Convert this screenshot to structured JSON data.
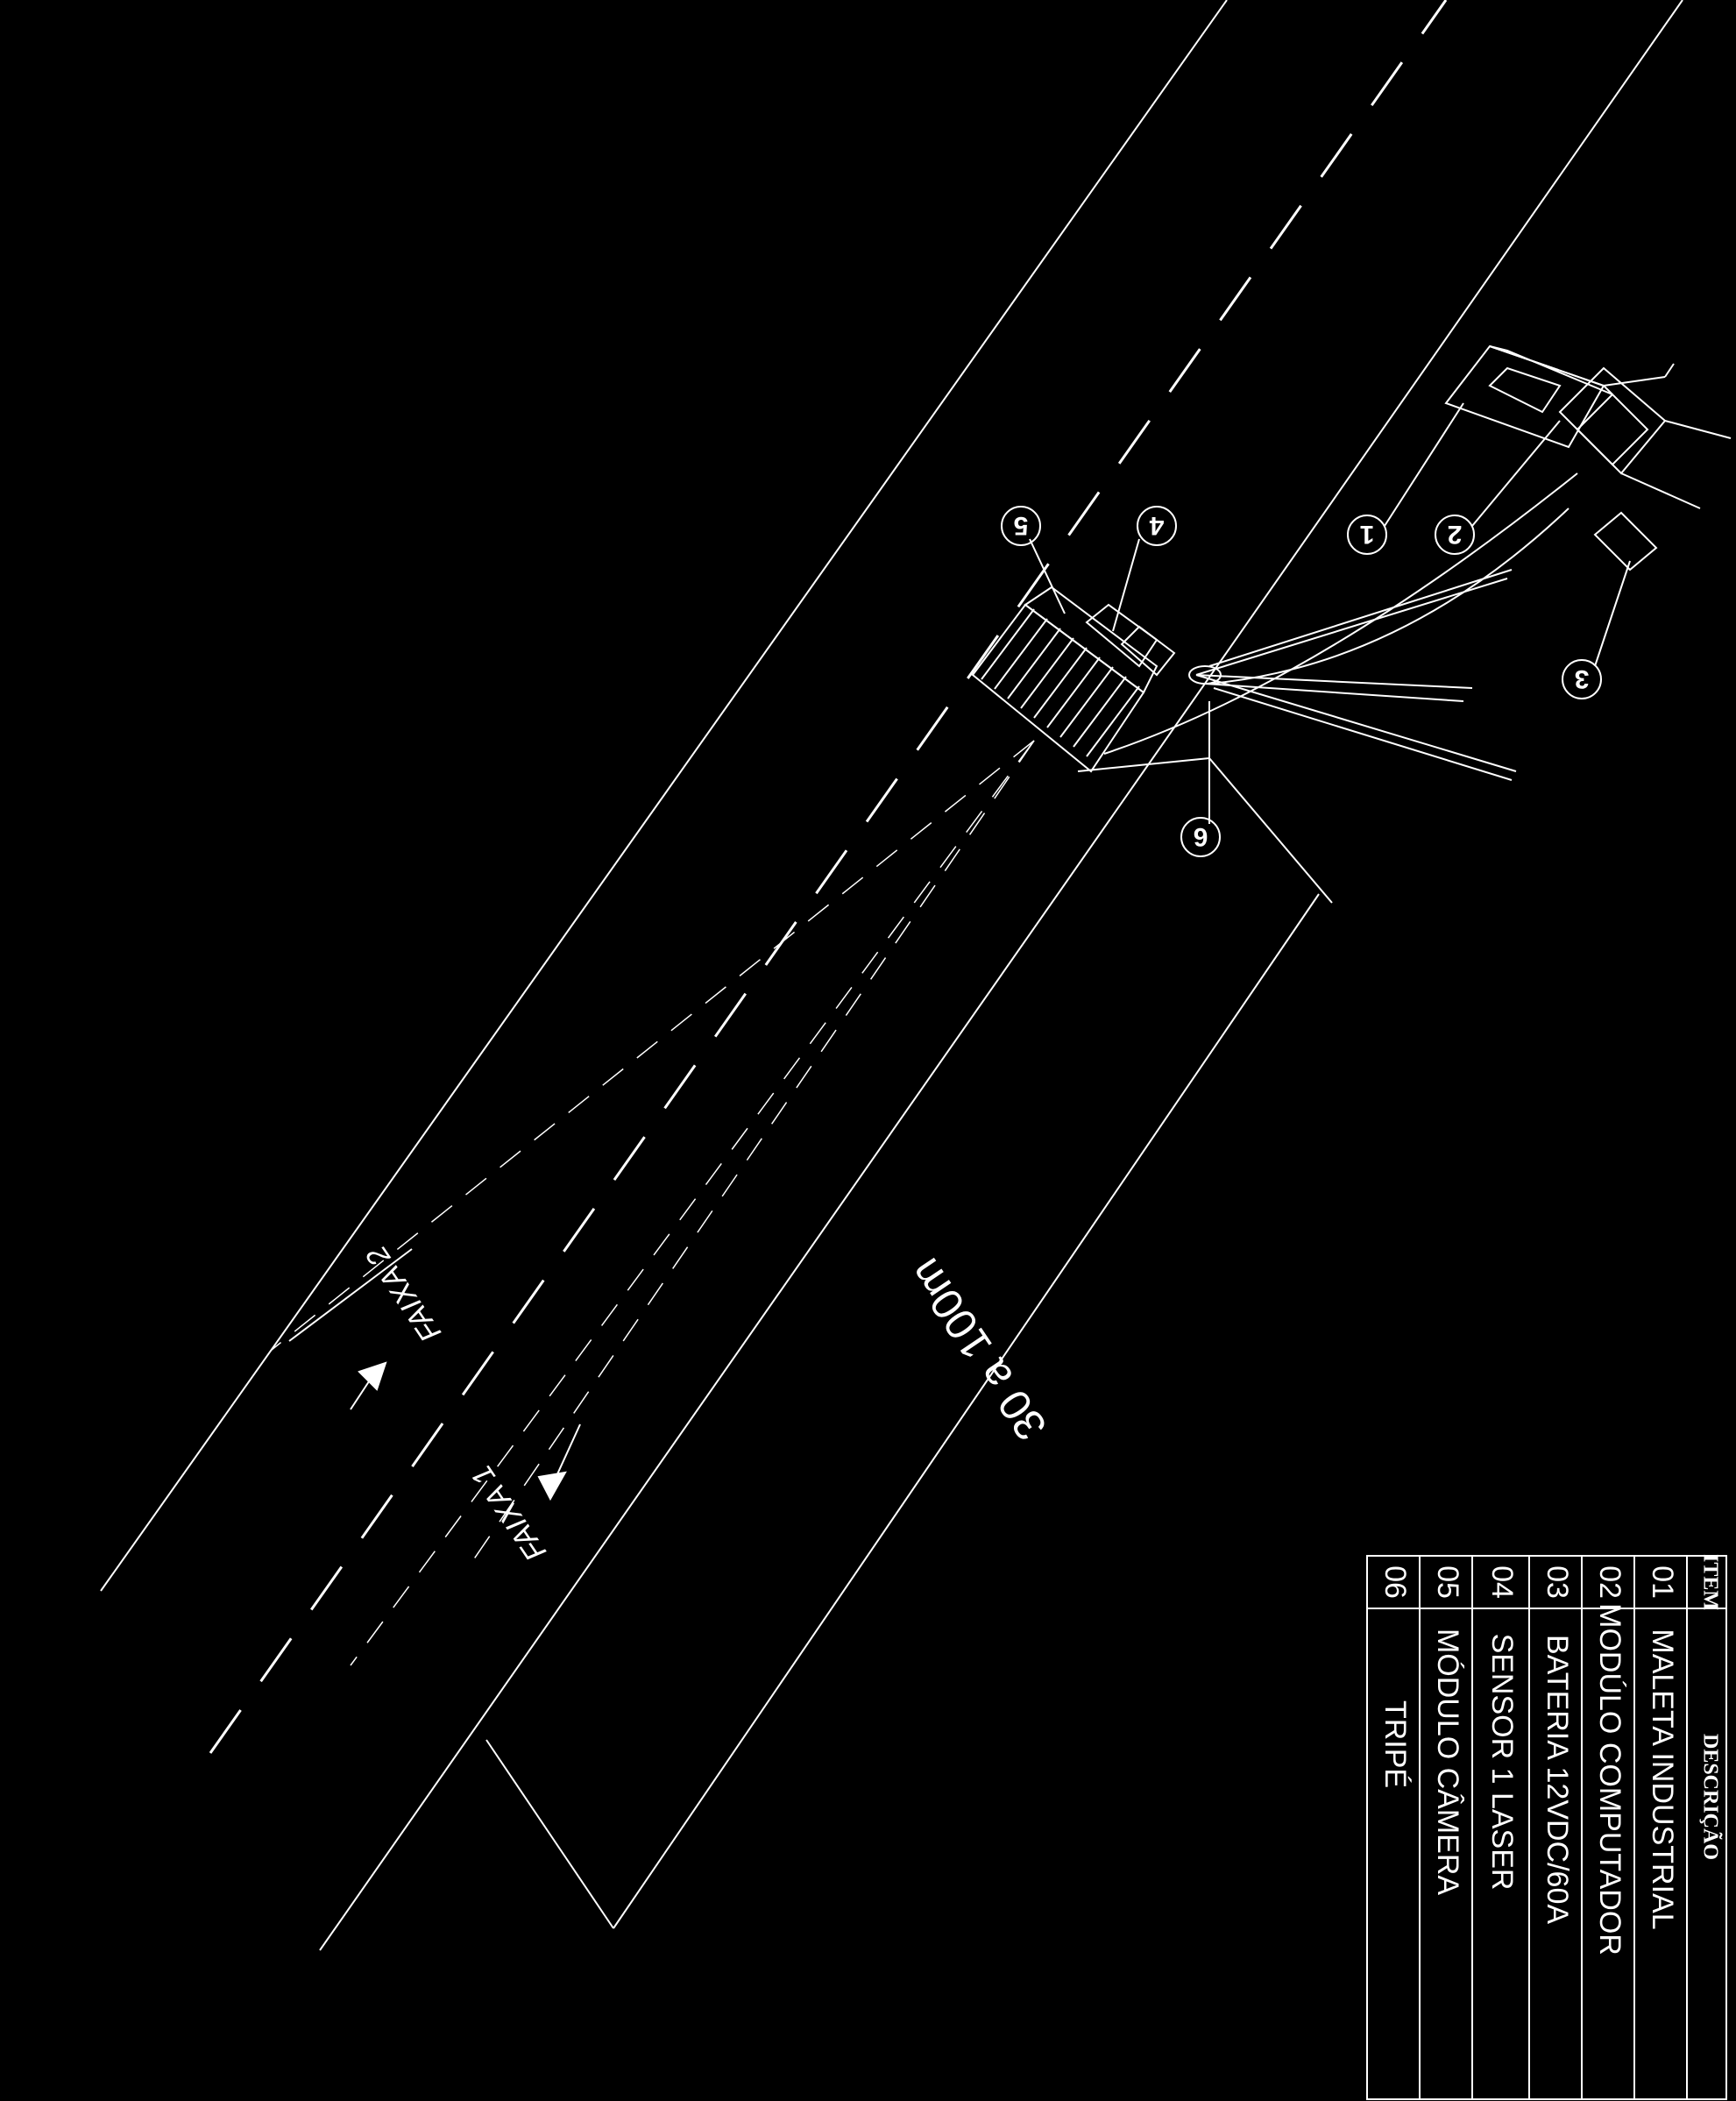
{
  "lanes": {
    "lane_1": "FAIXA 1",
    "lane_2": "FAIXA 2"
  },
  "dimension": "30 a 100m",
  "callouts": [
    "1",
    "2",
    "3",
    "4",
    "5",
    "6"
  ],
  "parts_table": {
    "headers": {
      "item": "ITEM",
      "description": "DESCRIÇÃO"
    },
    "rows": [
      {
        "item": "01",
        "description": "MALETA INDUSTRIAL"
      },
      {
        "item": "02",
        "description": "MODÚLO COMPUTADOR"
      },
      {
        "item": "03",
        "description": "BATERIA 12VDC/60A"
      },
      {
        "item": "04",
        "description": "SENSOR 1 LASER"
      },
      {
        "item": "05",
        "description": "MÓDULO CÂMERA"
      },
      {
        "item": "06",
        "description": "TRIPÉ"
      }
    ]
  },
  "colors": {
    "background": "#000000",
    "ink": "#ffffff"
  }
}
